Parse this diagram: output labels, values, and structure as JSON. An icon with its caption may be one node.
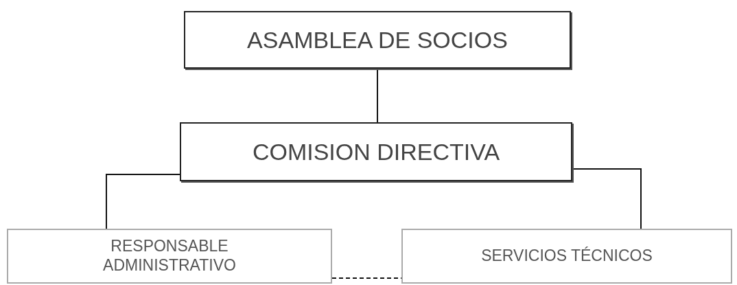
{
  "diagram": {
    "nodes": [
      {
        "text": [
          "ASAMBLEA DE SOCIOS"
        ]
      },
      {
        "text": [
          "COMISION DIRECTIVA"
        ]
      },
      {
        "text": [
          "RESPONSABLE ADMINISTRATIVO"
        ]
      },
      {
        "text": [
          "SERVICIOS TÉCNICOS"
        ]
      }
    ],
    "edges": [
      {
        "from": 0,
        "to": 1,
        "arrow": "none"
      },
      {
        "from": 1,
        "to": 2,
        "arrow": "none"
      },
      {
        "from": 1,
        "to": 3,
        "arrow": "none"
      },
      {
        "from": 2,
        "to": 3,
        "arrow": "none",
        "style": "dashed"
      }
    ]
  }
}
